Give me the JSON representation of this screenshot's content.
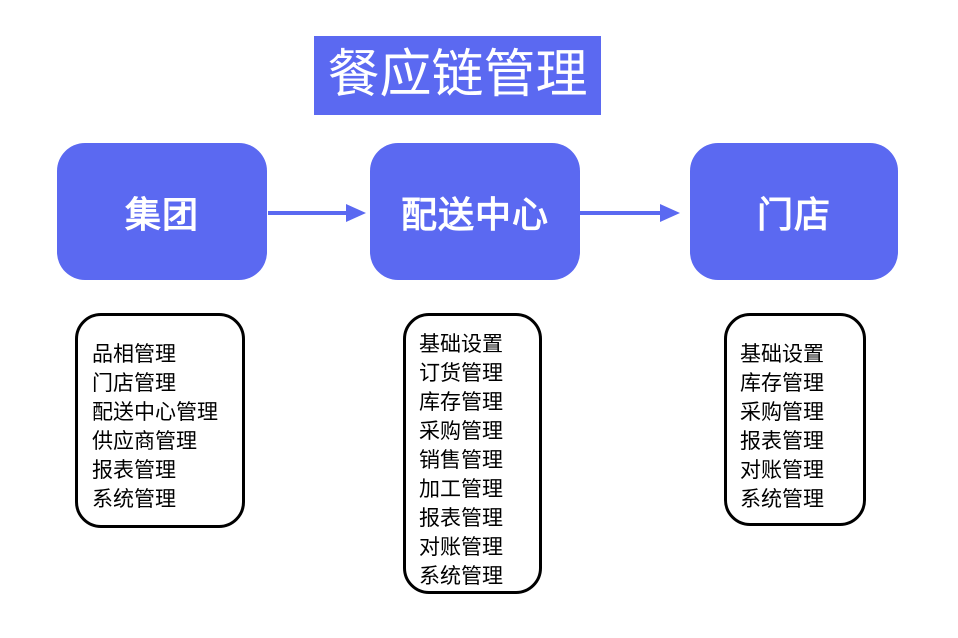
{
  "title": {
    "text": "餐应链管理"
  },
  "colors": {
    "accent_blue": "#5B69F1",
    "title_bg": "#5B69F1",
    "node_text": "#ffffff",
    "list_border": "#000000",
    "list_text": "#000000",
    "background": "#ffffff"
  },
  "nodes": [
    {
      "id": "group",
      "label": "集团",
      "items": [
        "品相管理",
        "门店管理",
        "配送中心管理",
        "供应商管理",
        "报表管理",
        "系统管理"
      ]
    },
    {
      "id": "distribution-center",
      "label": "配送中心",
      "items": [
        "基础设置",
        "订货管理",
        "库存管理",
        "采购管理",
        "销售管理",
        "加工管理",
        "报表管理",
        "对账管理",
        "系统管理"
      ]
    },
    {
      "id": "store",
      "label": "门店",
      "items": [
        "基础设置",
        "库存管理",
        "采购管理",
        "报表管理",
        "对账管理",
        "系统管理"
      ]
    }
  ],
  "arrows": [
    {
      "from": "集团",
      "to": "配送中心"
    },
    {
      "from": "配送中心",
      "to": "门店"
    }
  ]
}
